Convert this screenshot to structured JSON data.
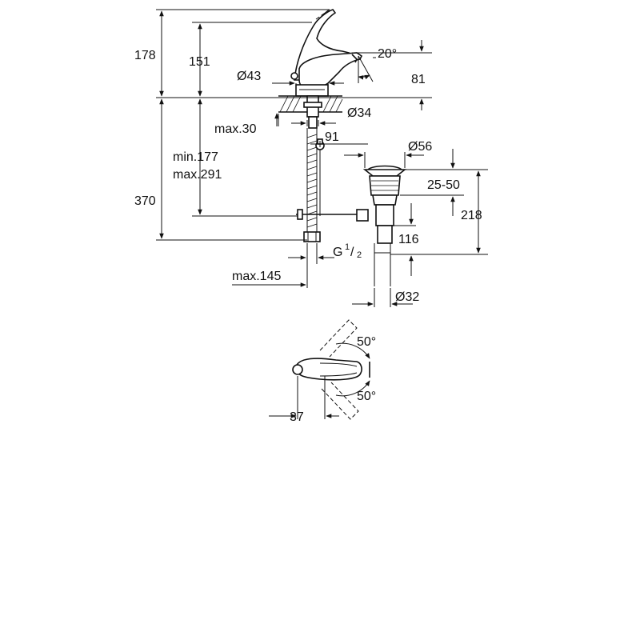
{
  "dimensions": {
    "total_height": "178",
    "spout_height": "151",
    "handle_angle": "20°",
    "base_diameter": "Ø43",
    "spout_reach_height": "81",
    "hole_diameter": "Ø34",
    "max_thickness": "max.30",
    "depth_91": "91",
    "min_length": "min.177",
    "max_length": "max.291",
    "overall_370": "370",
    "popup_diameter": "Ø56",
    "popup_range": "25-50",
    "popup_218": "218",
    "popup_116": "116",
    "connection_g": "G",
    "connection_num": "1",
    "connection_den": "2",
    "max_145": "max.145",
    "drain_diameter": "Ø32",
    "swivel_left": "50°",
    "swivel_right": "50°",
    "offset_37": "37"
  },
  "colors": {
    "line": "#111111",
    "background": "#ffffff"
  }
}
